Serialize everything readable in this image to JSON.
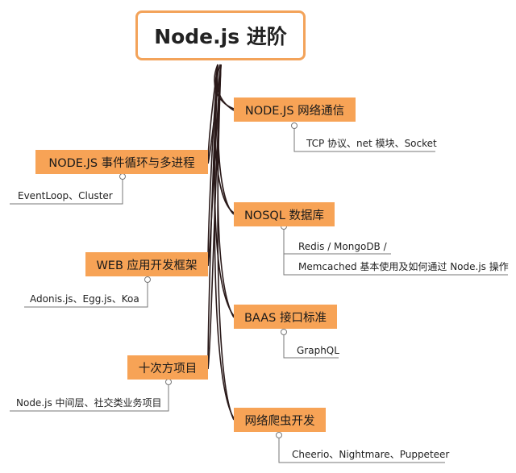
{
  "root": {
    "title": "Node.js 进阶"
  },
  "branches": {
    "network": {
      "label": "NODE.JS 网络通信",
      "details": [
        "TCP 协议、net 模块、Socket"
      ]
    },
    "eventloop": {
      "label": "NODE.JS 事件循环与多进程",
      "details": [
        "EventLoop、Cluster"
      ]
    },
    "nosql": {
      "label": "NOSQL 数据库",
      "details": [
        "Redis / MongoDB /",
        "Memcached 基本使用及如何通过 Node.js 操作"
      ]
    },
    "web": {
      "label": "WEB 应用开发框架",
      "details": [
        "Adonis.js、Egg.js、Koa"
      ]
    },
    "baas": {
      "label": "BAAS 接口标准",
      "details": [
        "GraphQL"
      ]
    },
    "projects": {
      "label": "十次方项目",
      "details": [
        "Node.js 中间层、社交类业务项目"
      ]
    },
    "crawler": {
      "label": "网络爬虫开发",
      "details": [
        "Cheerio、Nightmare、Puppeteer"
      ]
    }
  },
  "colors": {
    "node": "#f7a356",
    "root_border": "#f3a35a",
    "line": "#2a1a1a",
    "leaf_line": "#777777"
  }
}
